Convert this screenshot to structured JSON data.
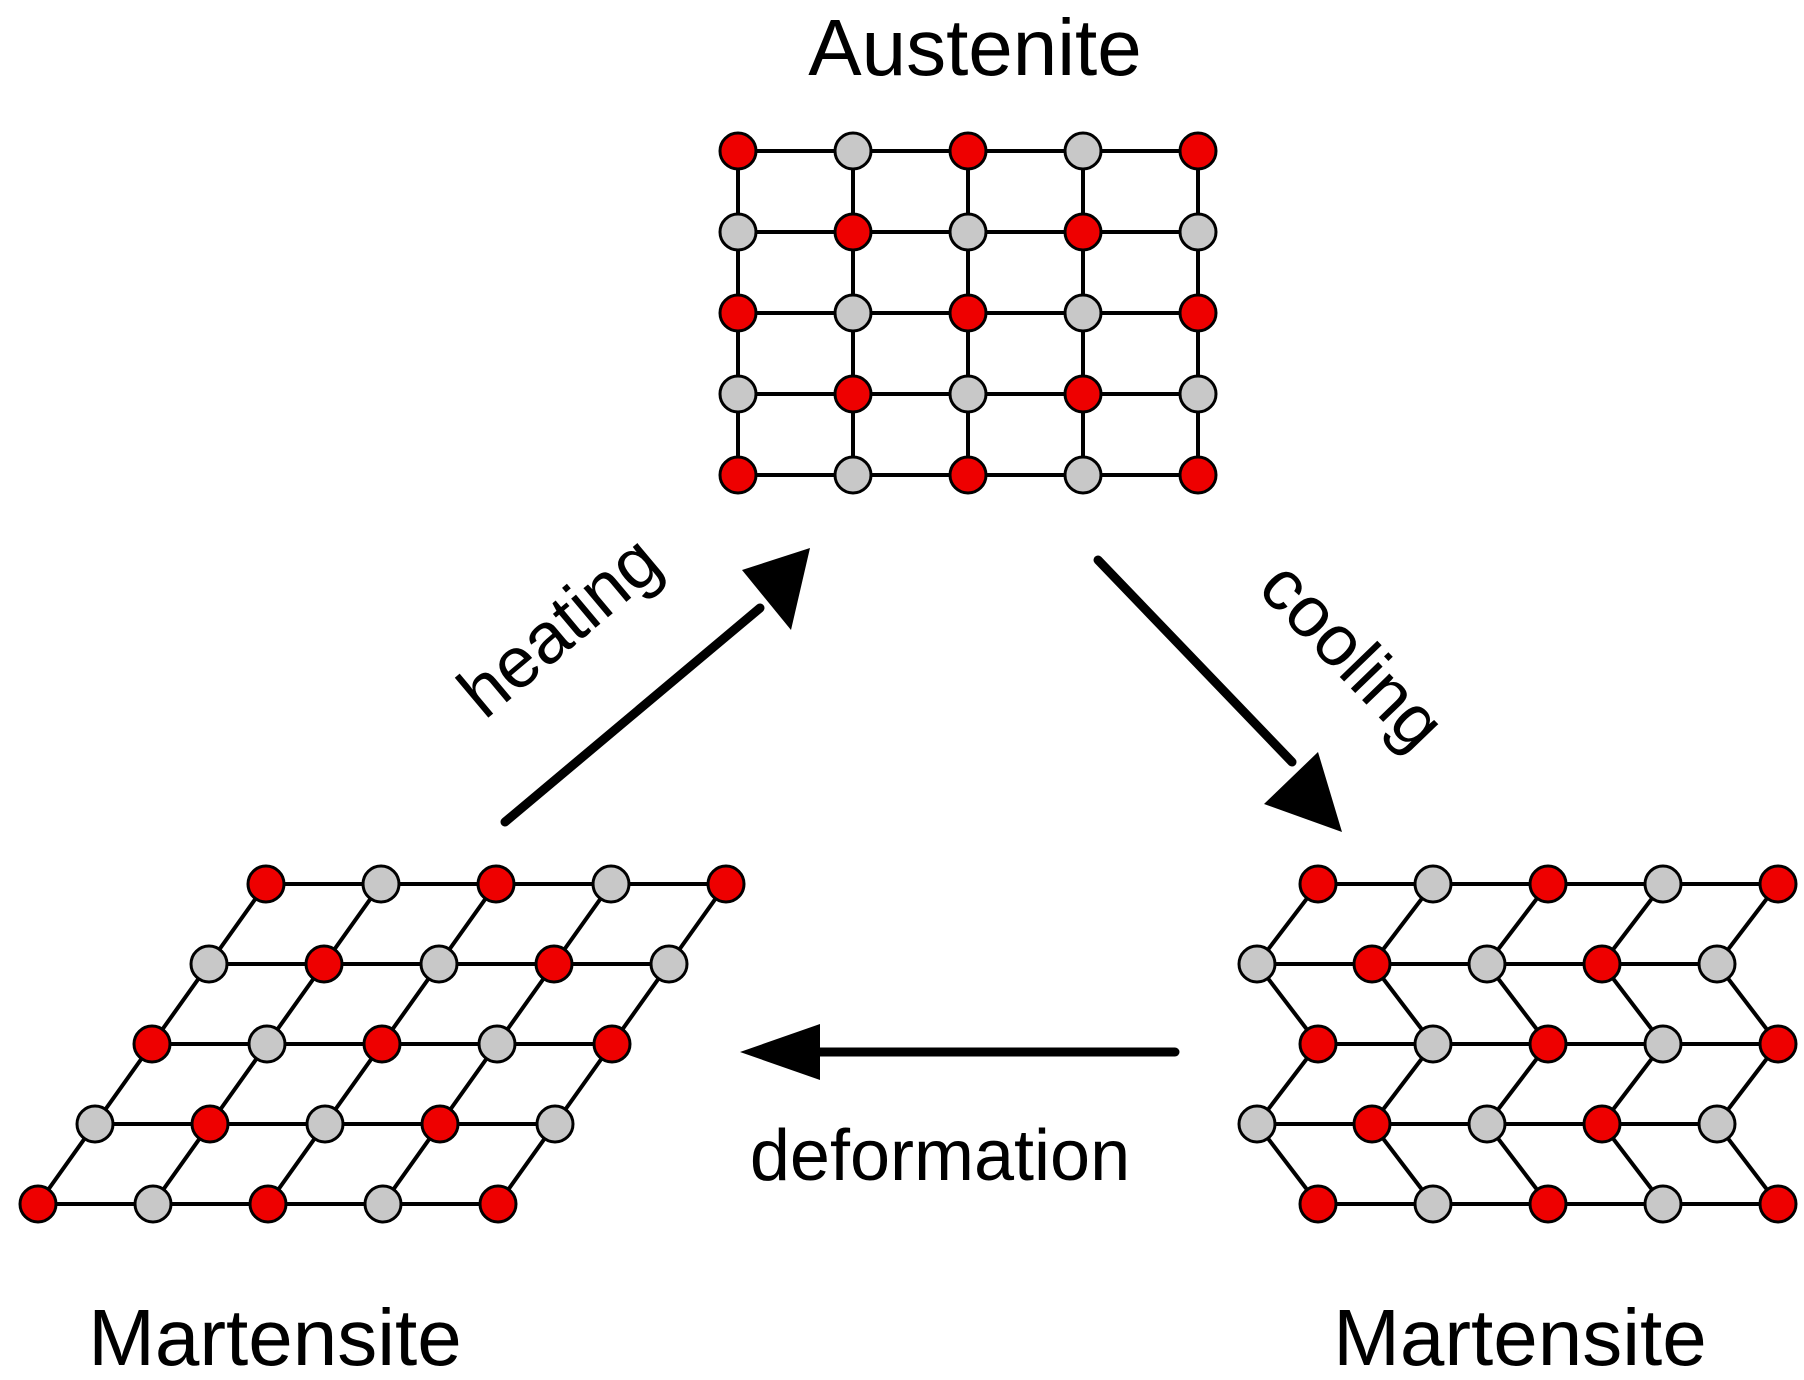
{
  "phases": {
    "austenite": {
      "label": "Austenite"
    },
    "martensite_deformed": {
      "label": "Martensite"
    },
    "martensite_twinned": {
      "label": "Martensite"
    }
  },
  "processes": {
    "heating": {
      "label": "heating"
    },
    "cooling": {
      "label": "cooling"
    },
    "deformation": {
      "label": "deformation"
    }
  },
  "colors": {
    "atom_a": "#ee0000",
    "atom_b": "#c8c8c8",
    "bond": "#000000",
    "arrow": "#000000"
  },
  "lattice": {
    "rows": 5,
    "columns": 5
  }
}
